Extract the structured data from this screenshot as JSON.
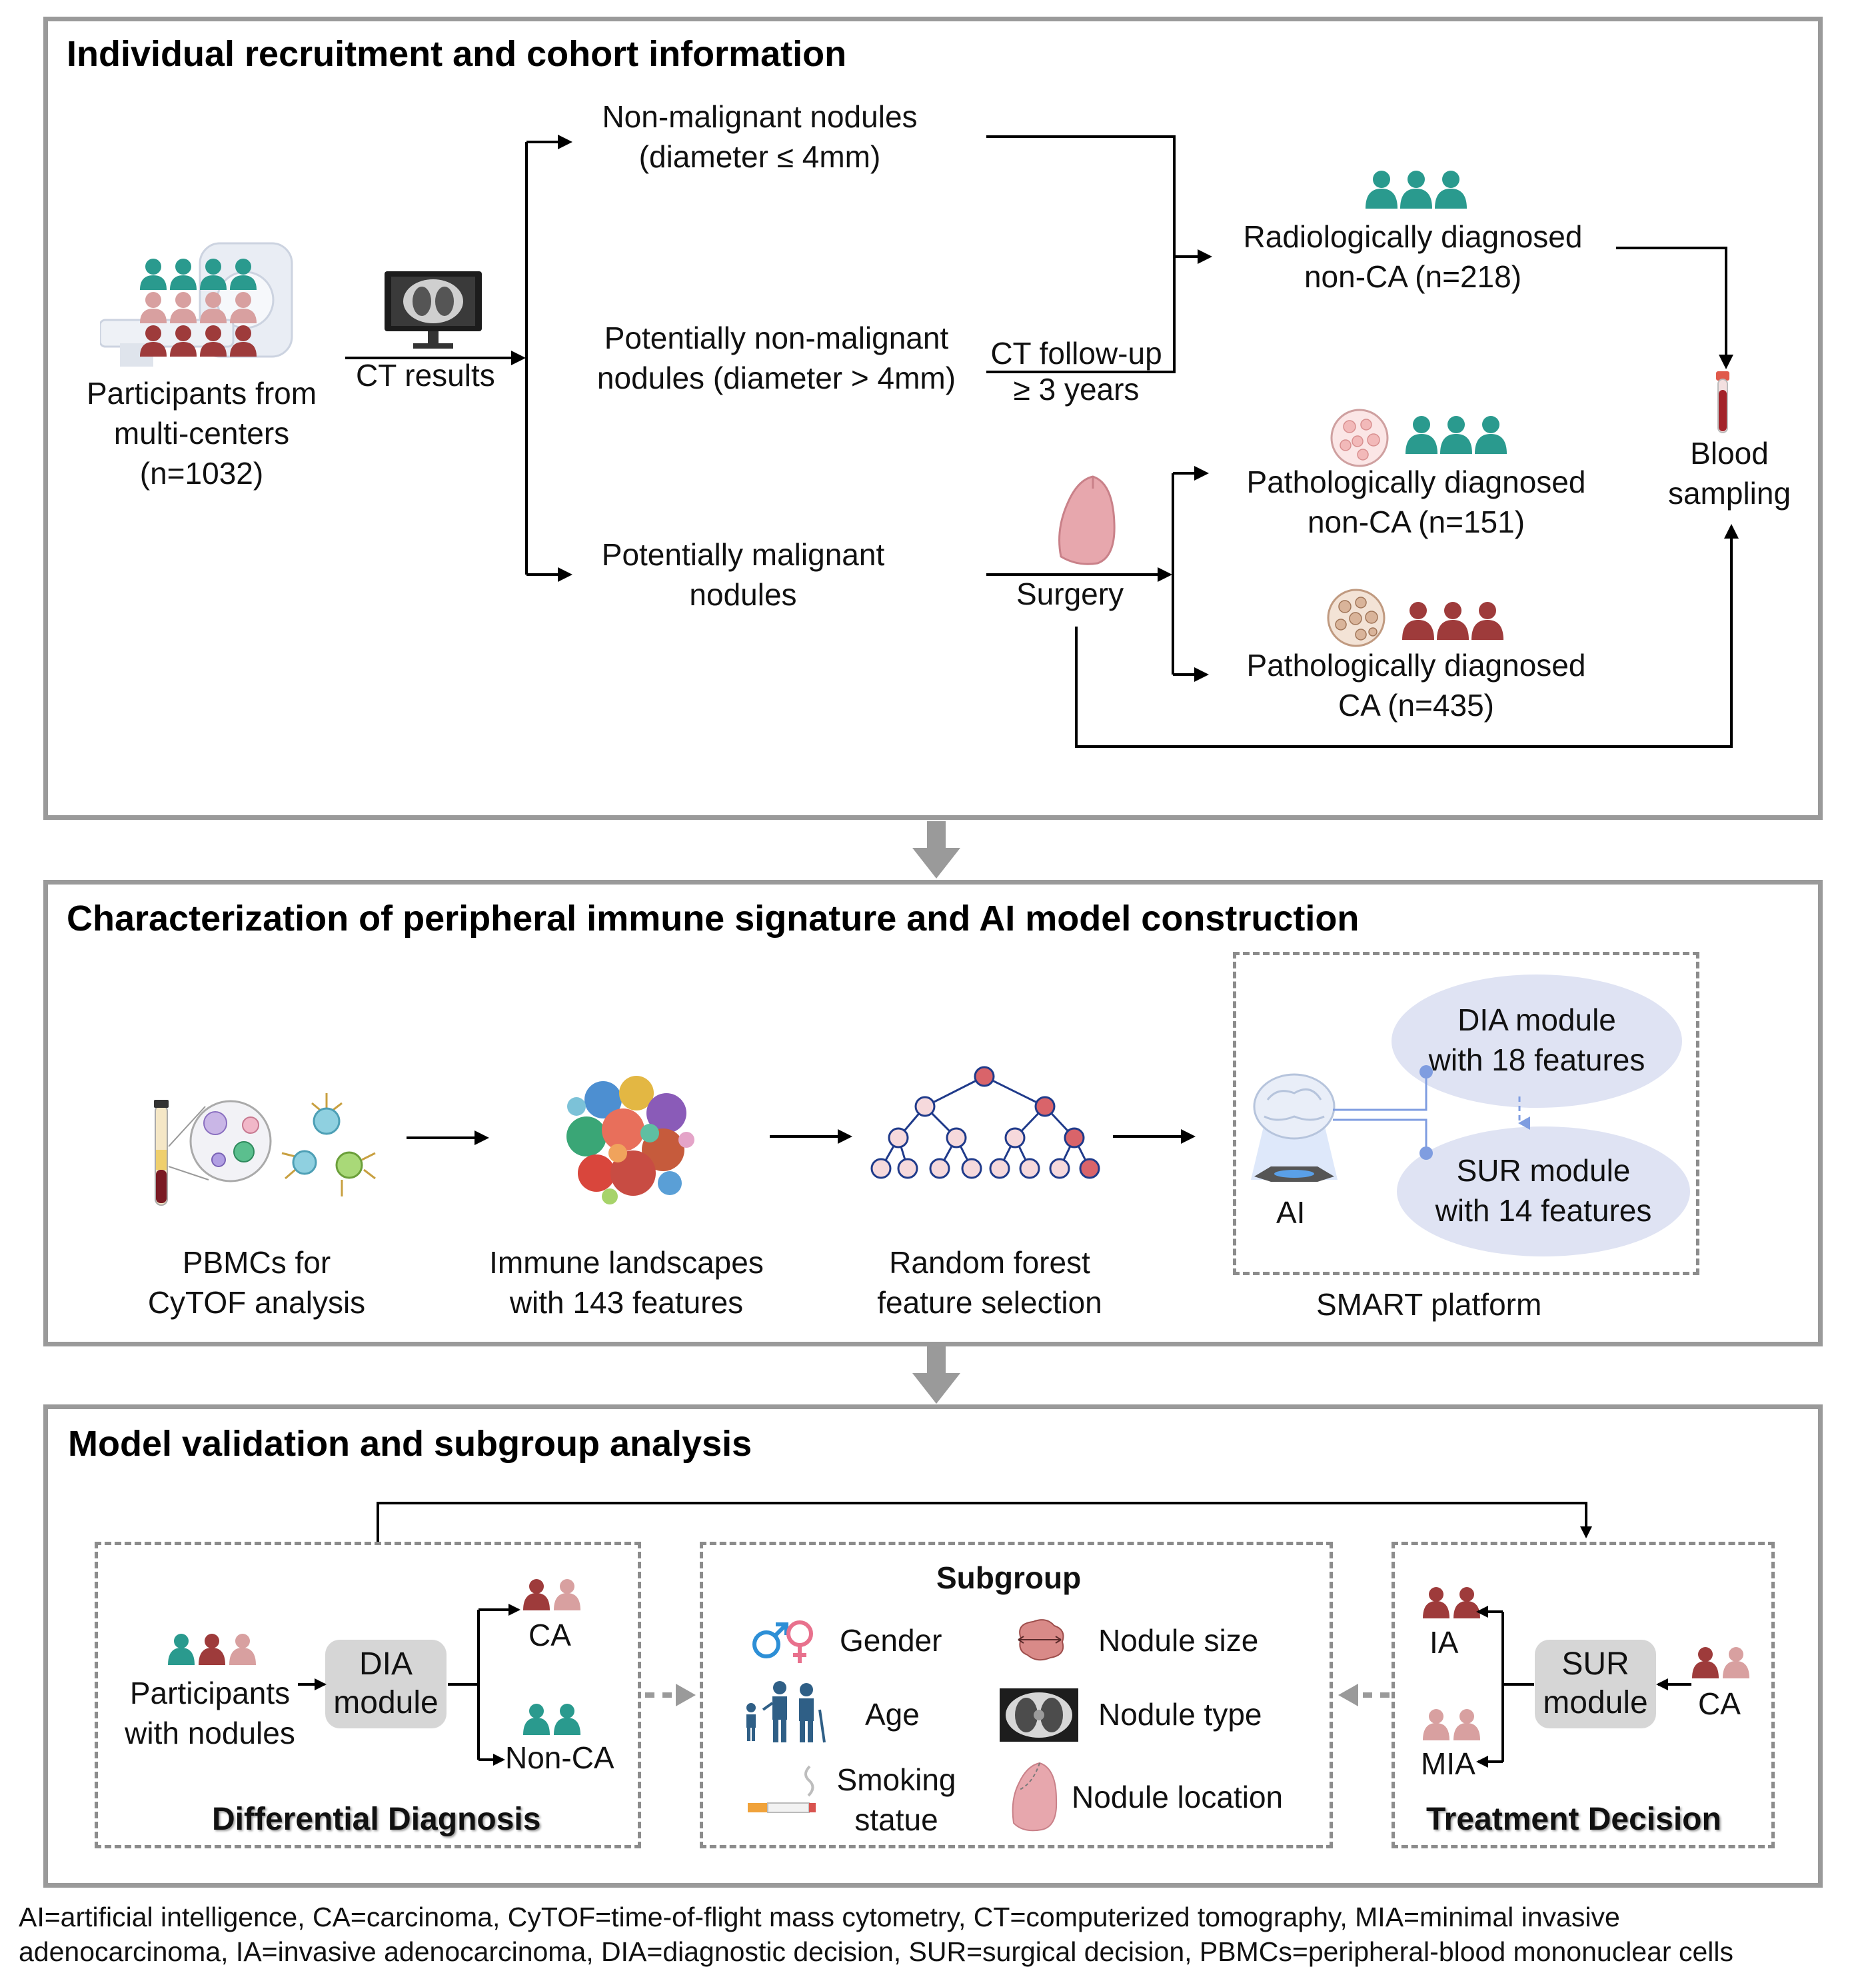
{
  "colors": {
    "teal": "#2a9a8e",
    "dark_red": "#9e3b3b",
    "pink": "#d8a0a0",
    "panel_border": "#9a9a9a",
    "ellipse": "#dfe3f3",
    "module_grey": "#d6d6d6"
  },
  "panel1": {
    "title": "Individual recruitment and cohort information",
    "participants": [
      "Participants from",
      "multi-centers",
      "(n=1032)"
    ],
    "ct_results": "CT results",
    "nonmalignant": [
      "Non-malignant nodules",
      "(diameter ≤ 4mm)"
    ],
    "pot_nonmalignant": [
      "Potentially non-malignant",
      "nodules (diameter > 4mm)"
    ],
    "pot_malignant": [
      "Potentially malignant",
      "nodules"
    ],
    "ct_followup": [
      "CT follow-up",
      "≥ 3 years"
    ],
    "surgery": "Surgery",
    "radiologic": [
      "Radiologically diagnosed",
      "non-CA (n=218)"
    ],
    "path_nonca": [
      "Pathologically diagnosed",
      "non-CA (n=151)"
    ],
    "path_ca": [
      "Pathologically diagnosed",
      "CA (n=435)"
    ],
    "blood": [
      "Blood",
      "sampling"
    ]
  },
  "panel2": {
    "title": "Characterization of peripheral immune signature and AI model construction",
    "pbmc": [
      "PBMCs for",
      "CyTOF analysis"
    ],
    "immune": [
      "Immune  landscapes",
      "with 143 features"
    ],
    "forest": [
      "Random forest",
      "feature selection"
    ],
    "dia_module": [
      "DIA module",
      "with 18 features"
    ],
    "sur_module": [
      "SUR module",
      "with 14 features"
    ],
    "ai": "AI",
    "smart": "SMART platform"
  },
  "panel3": {
    "title": "Model validation and subgroup analysis",
    "participants_nodules": [
      "Participants",
      "with nodules"
    ],
    "dia": [
      "DIA",
      "module"
    ],
    "ca": "CA",
    "nonca": "Non-CA",
    "differential": "Differential Diagnosis",
    "subgroup": "Subgroup",
    "gender": "Gender",
    "age": "Age",
    "smoking": [
      "Smoking",
      "statue"
    ],
    "nodule_size": "Nodule size",
    "nodule_type": "Nodule type",
    "nodule_location": "Nodule location",
    "ia": "IA",
    "mia": "MIA",
    "sur": [
      "SUR",
      "module"
    ],
    "ca_right": "CA",
    "treatment": "Treatment  Decision"
  },
  "footnote": [
    "AI=artificial intelligence, CA=carcinoma, CyTOF=time-of-flight mass cytometry, CT=computerized tomography, MIA=minimal invasive",
    "adenocarcinoma, IA=invasive adenocarcinoma, DIA=diagnostic decision, SUR=surgical decision, PBMCs=peripheral-blood mononuclear cells"
  ]
}
